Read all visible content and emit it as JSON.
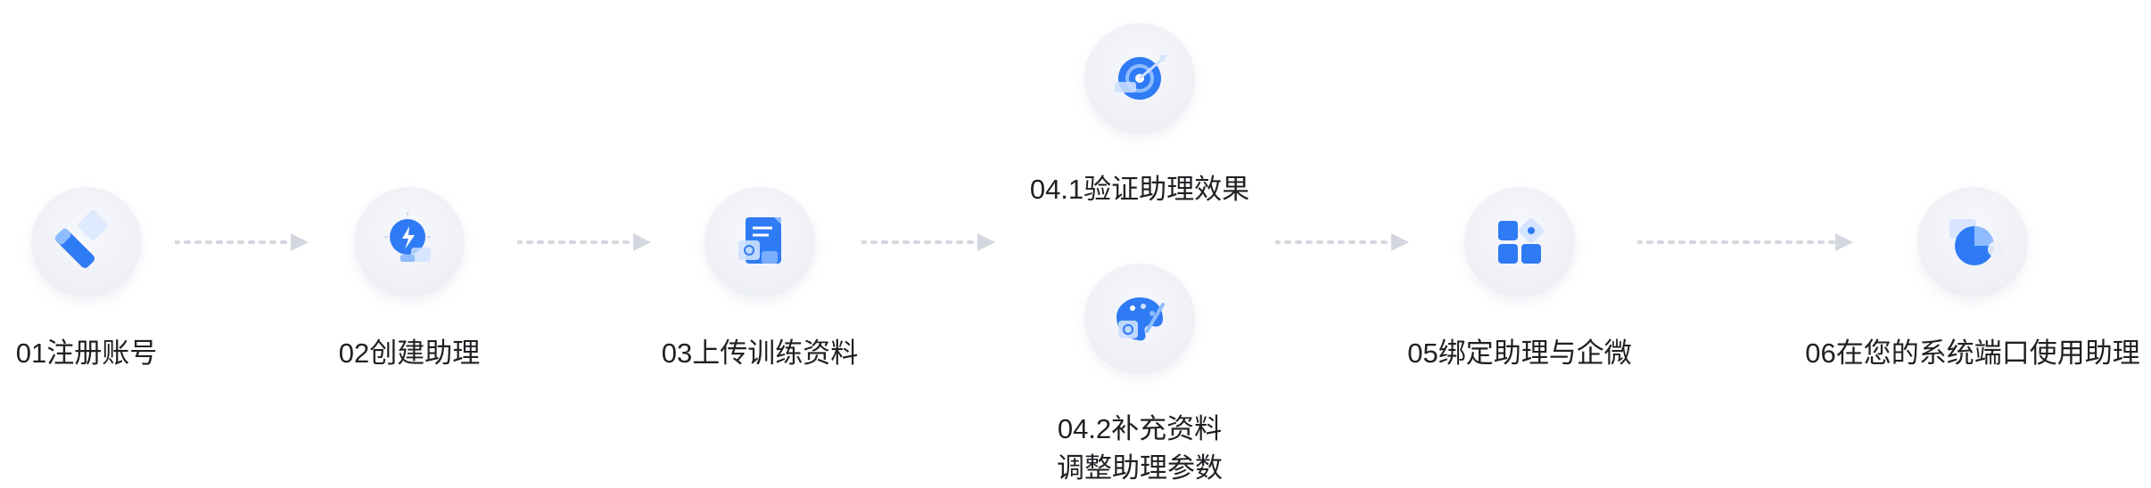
{
  "steps": [
    {
      "label": "01注册账号",
      "icon": "pencil-icon"
    },
    {
      "label": "02创建助理",
      "icon": "lightbulb-icon"
    },
    {
      "label": "03上传训练资料",
      "icon": "document-icon"
    },
    {
      "label": "04.1验证助理效果",
      "icon": "target-icon"
    },
    {
      "label_line1": "04.2补充资料",
      "label_line2": "调整助理参数",
      "icon": "palette-icon"
    },
    {
      "label": "05绑定助理与企微",
      "icon": "grid-blocks-icon"
    },
    {
      "label": "06在您的系统端口使用助理",
      "icon": "pie-chart-icon"
    }
  ],
  "colors": {
    "accent": "#2f7bf5",
    "accent_light": "#8fbcff",
    "arrow": "#d4d7df",
    "text": "#1f1f24"
  }
}
